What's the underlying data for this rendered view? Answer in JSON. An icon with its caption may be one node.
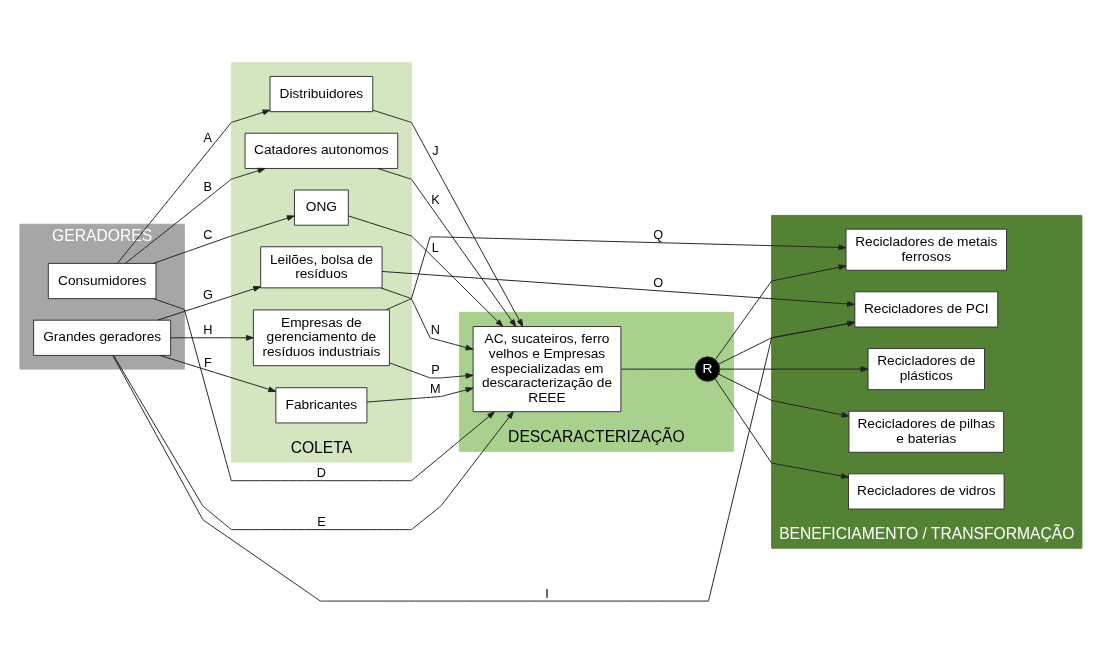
{
  "diagram": {
    "nodes": [
      {
        "text": [
          "GERADORES"
        ]
      },
      {
        "text": [
          "Consumidores"
        ],
        "in": 0
      },
      {
        "text": [
          "Grandes geradores"
        ],
        "in": 0
      },
      {
        "text": [
          "COLETA"
        ]
      },
      {
        "text": [
          "Distribuidores"
        ],
        "in": 3
      },
      {
        "text": [
          "Catadores autonomos"
        ],
        "in": 3
      },
      {
        "text": [
          "ONG"
        ],
        "in": 3
      },
      {
        "text": [
          "Fabricantes"
        ],
        "in": 3
      },
      {
        "text": [
          "Leilões, bolsa de resíduos"
        ],
        "in": 3
      },
      {
        "text": [
          "Empresas de gerenciamento de resíduos industriais"
        ],
        "in": 3
      },
      {
        "text": [
          "DESCARACTERIZAÇÃO"
        ]
      },
      {
        "text": [
          "AC, sucateiros, ferro velhos e Empresas especializadas em descaracterização de REEE"
        ],
        "in": 10
      },
      {
        "text": [
          "R"
        ],
        "in": 10
      },
      {
        "text": [
          "BENEFICIAMENTO / TRANSFORMAÇÃO"
        ]
      },
      {
        "text": [
          "Recicladores de vidros"
        ],
        "in": 13
      },
      {
        "text": [
          "Recicladores de plásticos"
        ],
        "in": 13
      },
      {
        "text": [
          "Recicladores de pilhas e baterias"
        ],
        "in": 13
      },
      {
        "text": [
          "Recicladores de metais ferrosos"
        ],
        "in": 13
      },
      {
        "text": [
          "Recicladores de PCI"
        ],
        "in": 13
      }
    ],
    "edges": [
      {
        "from": 1,
        "to": 4,
        "arrow": "to",
        "label": "A"
      },
      {
        "from": 1,
        "to": 5,
        "arrow": "to",
        "label": "B"
      },
      {
        "from": 1,
        "to": 6,
        "arrow": "to",
        "label": "C"
      },
      {
        "from": 1,
        "to": 11,
        "arrow": "to",
        "label": "D"
      },
      {
        "from": 2,
        "to": 11,
        "arrow": "to",
        "label": "E"
      },
      {
        "from": 2,
        "to": 7,
        "arrow": "to",
        "label": "F"
      },
      {
        "from": 2,
        "to": 8,
        "arrow": "to",
        "label": "G"
      },
      {
        "from": 2,
        "to": 9,
        "arrow": "to",
        "label": "H"
      },
      {
        "from": 2,
        "to": 18,
        "arrow": "to",
        "label": "I"
      },
      {
        "from": 4,
        "to": 11,
        "arrow": "to",
        "label": "J"
      },
      {
        "from": 5,
        "to": 11,
        "arrow": "to",
        "label": "K"
      },
      {
        "from": 6,
        "to": 11,
        "arrow": "to",
        "label": "L"
      },
      {
        "from": 7,
        "to": 11,
        "arrow": "to",
        "label": "M"
      },
      {
        "from": 8,
        "to": 11,
        "arrow": "to",
        "label": "N"
      },
      {
        "from": 8,
        "to": 18,
        "arrow": "to",
        "label": "O"
      },
      {
        "from": 9,
        "to": 11,
        "arrow": "to",
        "label": "P"
      },
      {
        "from": 9,
        "to": 17,
        "arrow": "to",
        "label": "Q"
      },
      {
        "from": 11,
        "to": 12,
        "arrow": "none"
      },
      {
        "from": 12,
        "to": 14,
        "arrow": "to"
      },
      {
        "from": 12,
        "to": 15,
        "arrow": "to"
      },
      {
        "from": 12,
        "to": 16,
        "arrow": "to"
      },
      {
        "from": 12,
        "to": 17,
        "arrow": "to"
      },
      {
        "from": 12,
        "to": 18,
        "arrow": "to"
      }
    ]
  }
}
